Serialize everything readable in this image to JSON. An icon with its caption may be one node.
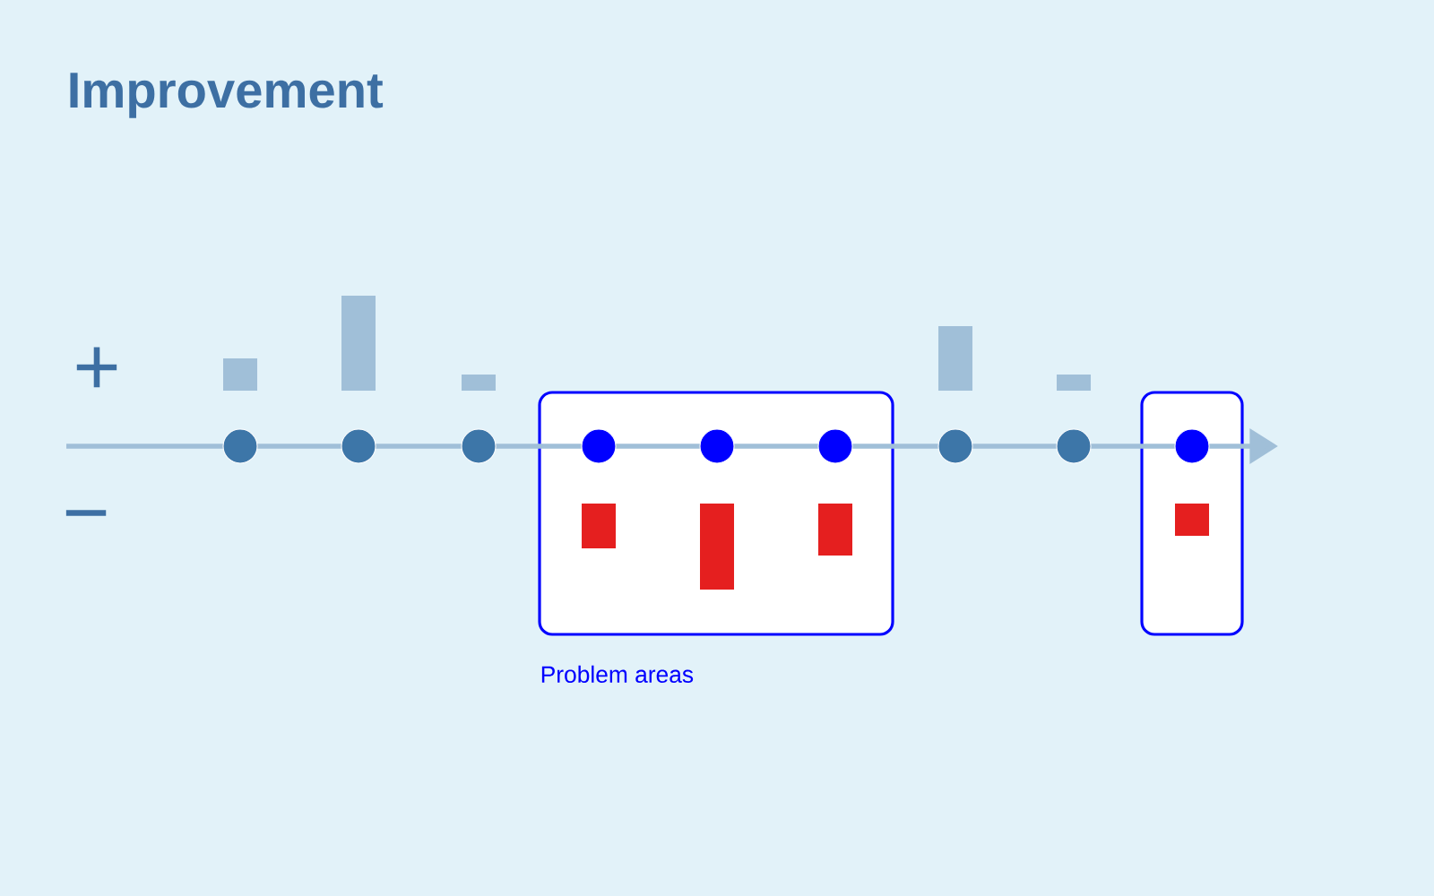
{
  "diagram": {
    "title": "Improvement",
    "nodes": [
      {
        "text": [],
        "shape": "circle"
      },
      {
        "text": [],
        "shape": "circle"
      },
      {
        "text": [],
        "shape": "circle"
      },
      {
        "text": [
          "Problem areas"
        ]
      },
      {
        "text": [],
        "shape": "circle",
        "in": 3
      },
      {
        "text": [],
        "shape": "circle",
        "in": 3
      },
      {
        "text": [],
        "shape": "circle",
        "in": 3
      },
      {
        "text": [],
        "shape": "circle"
      },
      {
        "text": [],
        "shape": "circle"
      },
      {
        "text": [],
        "shape": "box"
      },
      {
        "text": [],
        "shape": "circle",
        "in": 9
      }
    ],
    "labels": [
      "+",
      "−"
    ]
  }
}
